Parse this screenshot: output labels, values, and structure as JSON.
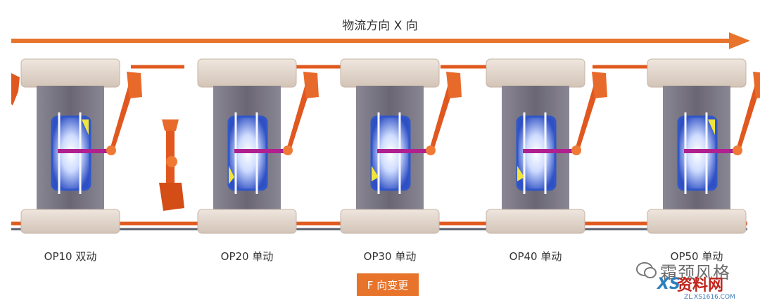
{
  "flow_direction_label": "物流方向 X 向",
  "stations": [
    {
      "label": "OP10 双动"
    },
    {
      "label": "OP20 单动"
    },
    {
      "label": "OP30 单动"
    },
    {
      "label": "OP40 单动"
    },
    {
      "label": "OP50 单动"
    }
  ],
  "change_button_label": "F 向变更",
  "watermark": {
    "brand_text": "霜颈风格",
    "logo_text": "资料网",
    "logo_prefix": "XS",
    "url_text": "ZL.XS1616.COM"
  },
  "colors": {
    "accent_orange": "#e8732a",
    "press_frame": "#6e6a78",
    "press_cap": "#e3d7cd",
    "die_blue": "#3057c9",
    "bar_magenta": "#b0208f",
    "robot_orange": "#e0581f",
    "highlight_yellow": "#f2e53a"
  }
}
